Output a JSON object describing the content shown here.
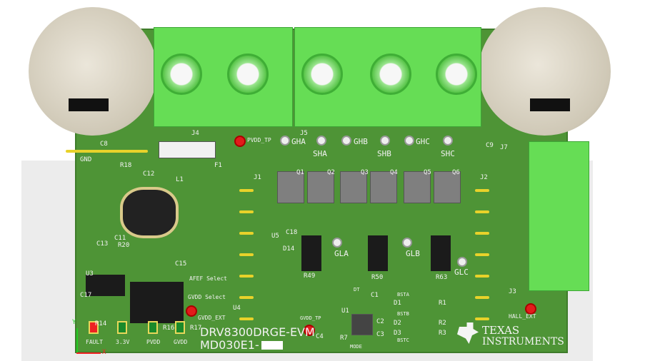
{
  "board": {
    "title": "DRV8300DRGE-EVM",
    "revision": "MD030E1-",
    "brand": {
      "line1": "TEXAS",
      "line2": "INSTRUMENTS"
    },
    "colors": {
      "pcb": "#4e9436",
      "terminal": "#66dd55",
      "testpoint": "#e21b1b",
      "header": "#e8d22a"
    },
    "labels": {
      "j4": "J4",
      "j5": "J5",
      "j1": "J1",
      "j2": "J2",
      "j3": "J3",
      "j7": "J7",
      "c8": "C8",
      "c9": "C9",
      "c12": "C12",
      "c15": "C15",
      "c17": "C17",
      "c13": "C13",
      "c11": "C11",
      "c18": "C18",
      "c4": "C4",
      "c1": "C1",
      "c2": "C2",
      "c3": "C3",
      "f1": "F1",
      "l1": "L1",
      "u1": "U1",
      "u3": "U3",
      "u4": "U4",
      "u5": "U5",
      "d14": "D14",
      "r18": "R18",
      "r20": "R20",
      "r49": "R49",
      "r50": "R50",
      "r63": "R63",
      "r1": "R1",
      "r2": "R2",
      "r3": "R3",
      "r7": "R7",
      "r14": "R14",
      "r16": "R16",
      "r17": "R17",
      "q1": "Q1",
      "q2": "Q2",
      "q3": "Q3",
      "q4": "Q4",
      "q5": "Q5",
      "q6": "Q6",
      "gnd": "GND",
      "pvdd_tp": "PVDD_TP",
      "gvdd_tp": "GVDD_TP",
      "gvdd_ext": "GVDD_EXT",
      "hall_ext": "HALL_EXT",
      "gha": "GHA",
      "ghb": "GHB",
      "ghc": "GHC",
      "sha": "SHA",
      "shb": "SHB",
      "shc": "SHC",
      "gla": "GLA",
      "glb": "GLB",
      "glc": "GLC",
      "afef_select": "AFEF Select",
      "gvdd_select": "GVDD Select",
      "fault": "FAULT",
      "v33": "3.3V",
      "pvdd": "PVDD",
      "gvdd": "GVDD",
      "dt": "DT",
      "mode": "MODE",
      "bsta": "BSTA",
      "bstb": "BSTB",
      "bstc": "BSTC",
      "d1": "D1",
      "d2": "D2",
      "d3": "D3",
      "axis_x": "X",
      "axis_y": "Y"
    }
  }
}
